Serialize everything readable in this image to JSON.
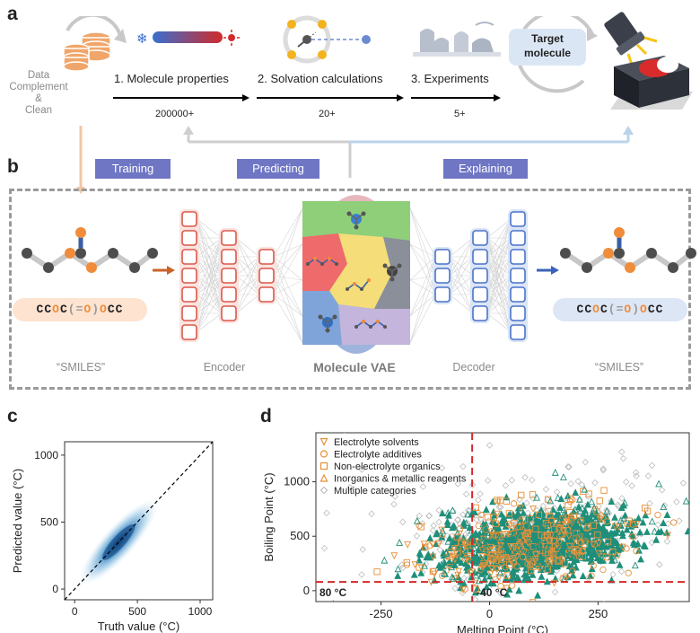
{
  "panel_a": {
    "letter": "a",
    "data_label": "Data\nComplement\n&\nClean",
    "steps": [
      {
        "label": "1. Molecule properties",
        "count": "200000+"
      },
      {
        "label": "2. Solvation calculations",
        "count": "20+"
      },
      {
        "label": "3. Experiments",
        "count": "5+"
      }
    ],
    "target_label": "Target\nmolecule"
  },
  "panel_b": {
    "letter": "b",
    "tags": {
      "training": "Training",
      "predicting": "Predicting",
      "explaining": "Explaining"
    },
    "smiles_string": [
      "C",
      "C",
      "O",
      "C",
      "(",
      "=",
      "O",
      ")",
      "O",
      "C",
      "C"
    ],
    "smiles_caption_left": "“SMILES”",
    "smiles_caption_right": "“SMILES”",
    "encoder_label": "Encoder",
    "decoder_label": "Decoder",
    "vae_label": "Molecule VAE",
    "colors": {
      "encoder": "#d9584a",
      "decoder": "#4a73c8",
      "tag": "#6f76c4",
      "orange_atom": "#f08c3a",
      "n_atom": "#3a5fa8"
    }
  },
  "panel_c": {
    "letter": "c",
    "xlabel": "Truth value (°C)",
    "ylabel": "Predicted value (°C)",
    "x_ticks": [
      "0",
      "500",
      "1000"
    ],
    "y_ticks": [
      "0",
      "500",
      "1000"
    ]
  },
  "panel_d": {
    "letter": "d",
    "xlabel": "Melting Point (°C)",
    "ylabel": "Boiling Point (°C)",
    "x_ticks": [
      "-250",
      "0",
      "250"
    ],
    "y_ticks": [
      "0",
      "500",
      "1000"
    ],
    "legend": [
      {
        "label": "Electrolyte solvents",
        "marker": "triangle-down",
        "color": "#e6903a"
      },
      {
        "label": "Electrolyte additives",
        "marker": "circle",
        "color": "#e6903a"
      },
      {
        "label": "Non-electrolyte organics",
        "marker": "square",
        "color": "#e6903a"
      },
      {
        "label": "Inorganics & metallic reagents",
        "marker": "triangle-up",
        "color": "#e6903a"
      },
      {
        "label": "Multiple categories",
        "marker": "diamond",
        "color": "#bdbdbd"
      }
    ],
    "bp_threshold_label": "80 °C",
    "mp_threshold_label": "-40 °C"
  },
  "chart_data": [
    {
      "type": "scatter",
      "title": "",
      "xlabel": "Truth value (°C)",
      "ylabel": "Predicted value (°C)",
      "xlim": [
        -80,
        1100
      ],
      "ylim": [
        -80,
        1100
      ],
      "kind": "density of predicted vs truth with y = x reference line",
      "density_center": [
        350,
        350
      ],
      "density_spread": [
        150,
        150
      ]
    },
    {
      "type": "scatter",
      "title": "",
      "xlabel": "Melting Point (°C)",
      "ylabel": "Boiling Point (°C)",
      "xlim": [
        -400,
        460
      ],
      "ylim": [
        -100,
        1450
      ],
      "series": [
        {
          "name": "Electrolyte solvents",
          "center": [
            60,
            380
          ],
          "spread": [
            120,
            160
          ]
        },
        {
          "name": "Electrolyte additives",
          "center": [
            80,
            420
          ],
          "spread": [
            130,
            180
          ]
        },
        {
          "name": "Non-electrolyte organics",
          "center": [
            100,
            450
          ],
          "spread": [
            140,
            190
          ]
        },
        {
          "name": "Inorganics & metallic reagents",
          "center": [
            120,
            500
          ],
          "spread": [
            150,
            200
          ]
        },
        {
          "name": "Multiple categories",
          "center": [
            120,
            600
          ],
          "spread": [
            200,
            300
          ]
        }
      ],
      "reference_lines": [
        {
          "axis": "y",
          "value": 80
        },
        {
          "axis": "x",
          "value": -40
        }
      ]
    }
  ]
}
